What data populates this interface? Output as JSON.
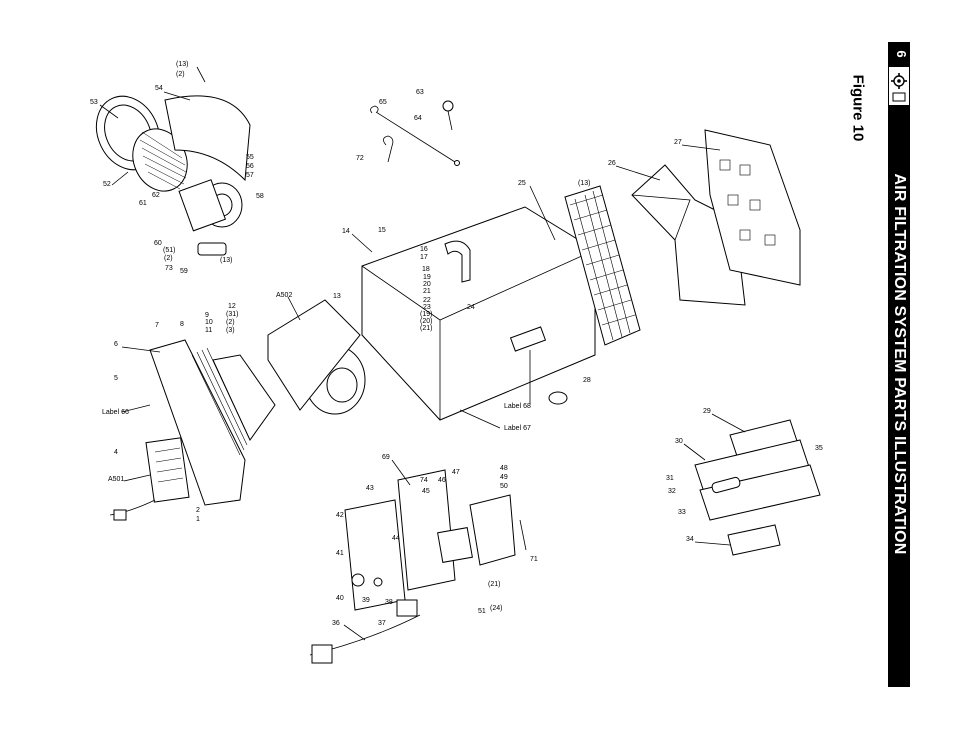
{
  "header": {
    "chapter_number": "6",
    "section_title": "AIR FILTRATION SYSTEM PARTS ILLUSTRATION",
    "figure_title": "Figure 10",
    "icon": "gear-icon"
  },
  "diagram": {
    "callouts": {
      "c13a": "(13)",
      "c2a": "(2)",
      "c53": "53",
      "c54": "54",
      "c52": "52",
      "c62": "62",
      "c55": "55",
      "c56": "56",
      "c57": "57",
      "c58": "58",
      "c61": "61",
      "c60": "60",
      "c51a": "(51)",
      "c2b": "(2)",
      "c73": "73",
      "c59": "59",
      "c13b": "(13)",
      "c63": "63",
      "c65": "65",
      "c64": "64",
      "c72": "72",
      "c25": "25",
      "c13c": "(13)",
      "c26": "26",
      "c27": "27",
      "c14": "14",
      "c15": "15",
      "c16": "16",
      "c17": "17",
      "c18": "18",
      "c19": "19",
      "c20": "20",
      "c21": "21",
      "c22": "22",
      "c23": "23",
      "c19b": "(19)",
      "c20b": "(20)",
      "c21b": "(21)",
      "c24": "24",
      "c13d": "13",
      "a502": "A502",
      "c28": "28",
      "label68": "Label 68",
      "label67": "Label 67",
      "c6": "6",
      "c7": "7",
      "c8": "8",
      "c9": "9",
      "c10": "10",
      "c11": "11",
      "c12": "12",
      "c31a": "(31)",
      "c2c": "(2)",
      "c3": "(3)",
      "c5": "5",
      "label66": "Label 66",
      "c4": "4",
      "a501": "A501",
      "c2d": "2",
      "c1": "1",
      "c29": "29",
      "c30": "30",
      "c35": "35",
      "c31": "31",
      "c32": "32",
      "c33": "33",
      "c34": "34",
      "c69": "69",
      "c43": "43",
      "c74": "74",
      "c45": "45",
      "c46": "46",
      "c47": "47",
      "c48": "48",
      "c49": "49",
      "c50": "50",
      "c42": "42",
      "c44": "44",
      "c41": "41",
      "c40": "40",
      "c39": "39",
      "c38": "38",
      "c37": "37",
      "c36": "36",
      "c71": "71",
      "c21c": "(21)",
      "c51": "51",
      "c24b": "(24)"
    }
  }
}
